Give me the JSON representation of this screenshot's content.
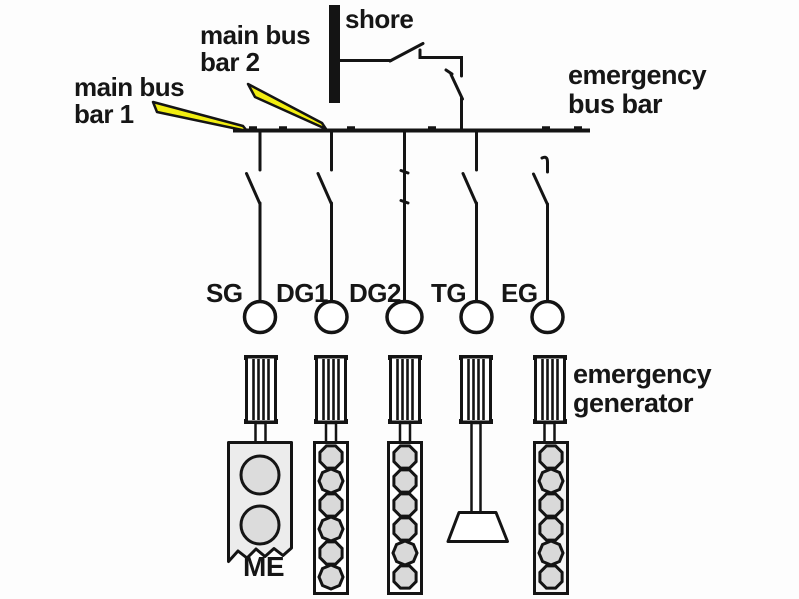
{
  "diagram_labels": {
    "shore": "shore",
    "main_bus_bar_1_line1": "main bus",
    "main_bus_bar_1_line2": "bar 1",
    "main_bus_bar_2_line1": "main bus",
    "main_bus_bar_2_line2": "bar 2",
    "emergency_bus_bar_line1": "emergency",
    "emergency_bus_bar_line2": "bus bar",
    "emergency_generator_line1": "emergency",
    "emergency_generator_line2": "generator",
    "main_engine": "ME"
  },
  "generators": {
    "sg": "SG",
    "dg1": "DG1",
    "dg2": "DG2",
    "tg": "TG",
    "eg": "EG"
  },
  "diagram_facts": {
    "cylinders_per_diesel_engine": 6,
    "diesel_engine_columns": [
      "DG1",
      "DG2",
      "EG"
    ],
    "turbine_column": "TG",
    "main_engine_column": "SG"
  },
  "colors": {
    "line": "#141414",
    "arrow_yellow": "#f2ee11",
    "main_engine_fill": "#ececec",
    "cylinder_fill": "#d9d9d9",
    "background": "#fdfdfd"
  }
}
